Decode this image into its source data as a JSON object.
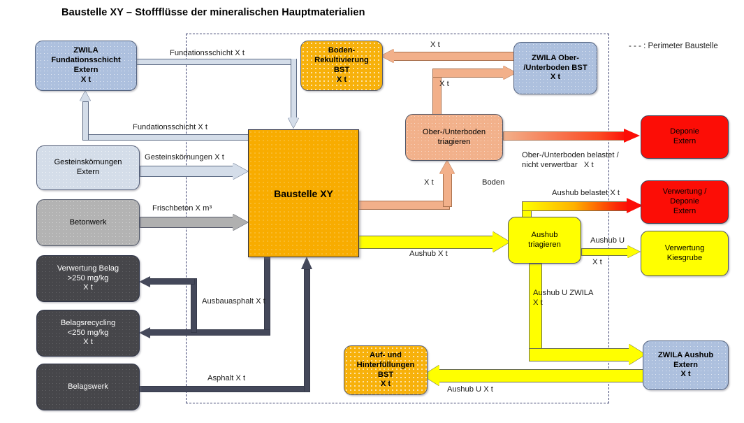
{
  "title": "Baustelle XY – Stoffflüsse der mineralischen Hauptmaterialien",
  "legend": {
    "perimeter": "- - - : Perimeter Baustelle"
  },
  "nodes": {
    "zwila_fundation": {
      "label": "ZWILA\nFundationsschicht\nExtern\nX t",
      "color": "#adc0de"
    },
    "gesteinskoernungen": {
      "label": "Gesteinskörnungen\nExtern",
      "color": "#d4dde9"
    },
    "betonwerk": {
      "label": "Betonwerk",
      "color": "#b3b3b3"
    },
    "verwertung_belag": {
      "label": "Verwertung Belag\n>250 mg/kg\nX t",
      "color": "#46464a"
    },
    "belagsrecycling": {
      "label": "Belagsrecycling\n<250 mg/kg\nX t",
      "color": "#46464a"
    },
    "belagswerk": {
      "label": "Belagswerk",
      "color": "#46464a"
    },
    "baustelle": {
      "label": "Baustelle XY",
      "color": "#f8ac00"
    },
    "boden_rekultivierung": {
      "label": "Boden-\nRekultivierung\nBST\nX t",
      "color": "#f7b10b"
    },
    "zwila_oberunterboden": {
      "label": "ZWILA Ober-\n/Unterboden BST\nX t",
      "color": "#adc0de"
    },
    "ober_unterboden_triagieren": {
      "label": "Ober-/Unterboden\ntriagieren",
      "color": "#f2b18b"
    },
    "aushub_triagieren": {
      "label": "Aushub\ntriagieren",
      "color": "#ffff00"
    },
    "deponie_extern": {
      "label": "Deponie\nExtern",
      "color": "#fc0d06"
    },
    "verwertung_deponie_extern": {
      "label": "Verwertung /\nDeponie\nExtern",
      "color": "#fc0d06"
    },
    "verwertung_kiesgrube": {
      "label": "Verwertung\nKiesgrube",
      "color": "#ffff00"
    },
    "auf_hinterfuellungen": {
      "label": "Auf- und\nHinterfüllungen\nBST\nX t",
      "color": "#f7b10b"
    },
    "zwila_aushub": {
      "label": "ZWILA Aushub\nExtern\nX t",
      "color": "#adc0de"
    }
  },
  "flows": {
    "fundationsschicht_in": "Fundationsschicht   X t",
    "fundationsschicht_out": "Fundationsschicht   X t",
    "gesteinskoernungen": "Gesteinskörnungen   X t",
    "frischbeton": "Frischbeton   X m³",
    "ausbauasphalt": "Ausbauasphalt  X t",
    "asphalt": "Asphalt  X t",
    "boden_rekult_in": "X t",
    "zwila_boden_in": "X t",
    "boden_to_triagieren_xt": "X t",
    "boden_to_triagieren_boden": "Boden",
    "oberunterboden_belastet": "Ober-/Unterboden belastet /\nnicht verwertbar   X t",
    "aushub": "Aushub   X t",
    "aushub_belastet": "Aushub belastet   X t",
    "aushub_u": "Aushub U",
    "aushub_u_xt": "X t",
    "aushub_u_zwila": "Aushub U ZWILA\nX t",
    "aushub_u_return": "Aushub U   X t"
  }
}
